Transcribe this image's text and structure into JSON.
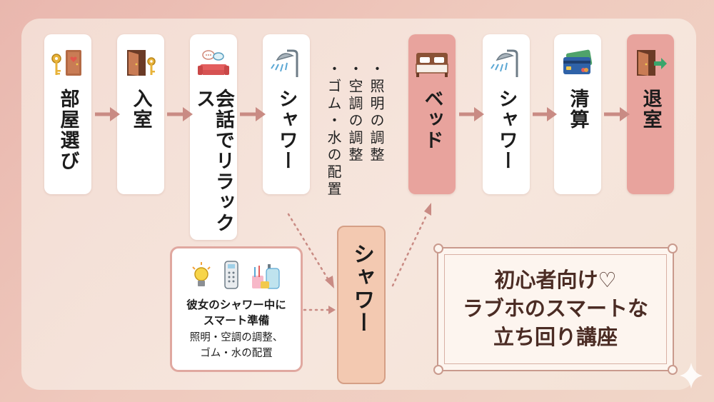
{
  "steps": [
    {
      "label": "部屋選び",
      "icon": "key-door-icon",
      "highlight": false
    },
    {
      "label": "入室",
      "icon": "open-door-key-icon",
      "highlight": false
    },
    {
      "label": "会話でリラックス",
      "icon": "sofa-chat-icon",
      "highlight": false
    },
    {
      "label": "シャワー",
      "icon": "shower-icon",
      "highlight": false
    },
    {
      "label": "ベッド",
      "icon": "bed-icon",
      "highlight": true
    },
    {
      "label": "シャワー",
      "icon": "shower-icon",
      "highlight": false
    },
    {
      "label": "清算",
      "icon": "credit-card-icon",
      "highlight": false
    },
    {
      "label": "退室",
      "icon": "exit-door-icon",
      "highlight": true
    }
  ],
  "notes": [
    "・照明の調整",
    "・空調の調整",
    "・ゴム・水の配置"
  ],
  "center_step": {
    "label": "シャワー"
  },
  "tip": {
    "line1": "彼女のシャワー中に",
    "line2": "スマート準備",
    "line3": "照明・空調の調整、",
    "line4": "ゴム・水の配置"
  },
  "title": {
    "line1": "初心者向け♡",
    "line2": "ラブホのスマートな",
    "line3": "立ち回り講座"
  },
  "colors": {
    "accent": "#e8a39d",
    "arrow": "#c98b84",
    "title_text": "#4b2c24"
  }
}
